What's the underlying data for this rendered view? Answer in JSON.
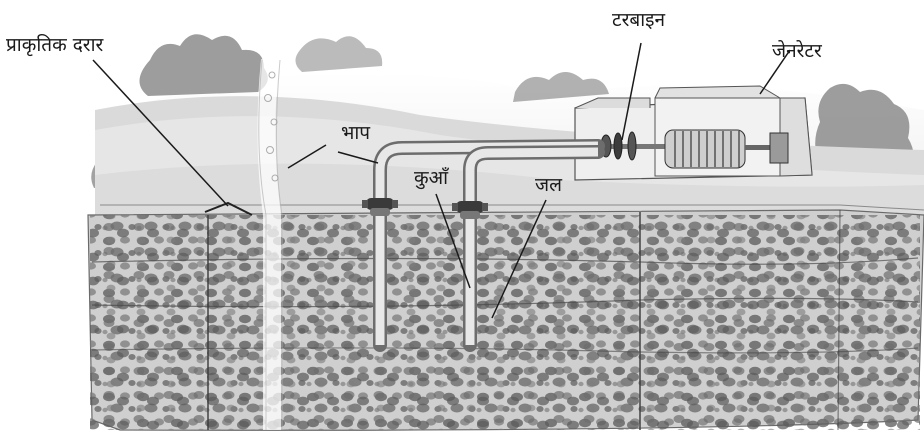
{
  "labels": {
    "natural_crack": "प्राकृतिक दरार",
    "steam": "भाप",
    "well": "कुआँ",
    "water": "जल",
    "turbine": "टरबाइन",
    "generator": "जेनरेटर"
  },
  "colors": {
    "ink": "#1a1a1a",
    "sky": "#f3f3f3",
    "bush": "#8f8f8f",
    "hill": "#d4d4d4",
    "ground_surface": "#e2e2e2",
    "soil_top": "#c9c9c9",
    "soil_mid": "#d3d3d3",
    "soil_low": "#dedede",
    "pebble": "#6a6a6a",
    "pipe": "#d8d8d8",
    "building": "#e9e9e9"
  }
}
